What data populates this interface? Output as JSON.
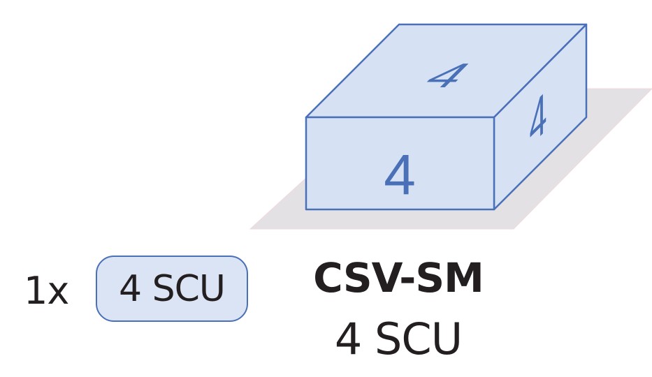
{
  "box": {
    "front_label": "4",
    "top_label": "4",
    "side_label": "4",
    "fill_color": "#d6e2f4",
    "stroke_color": "#4a70b8",
    "shadow_color": "#e4e1e5"
  },
  "quantity": {
    "multiplier": "1x",
    "unit_label": "4 SCU"
  },
  "model": {
    "name": "CSV-SM",
    "capacity": "4 SCU"
  }
}
